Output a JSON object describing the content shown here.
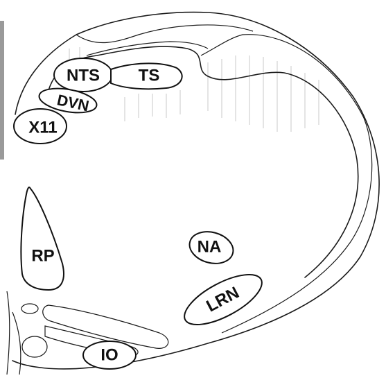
{
  "labels": {
    "nts": "NTS",
    "ts": "TS",
    "dvn": "DVN",
    "x11": "X11",
    "rp": "RP",
    "na": "NA",
    "lrn": "LRN",
    "io": "IO"
  },
  "colors": {
    "ink": "#111111",
    "background": "#ffffff",
    "hatching": "#c9c9c9"
  }
}
